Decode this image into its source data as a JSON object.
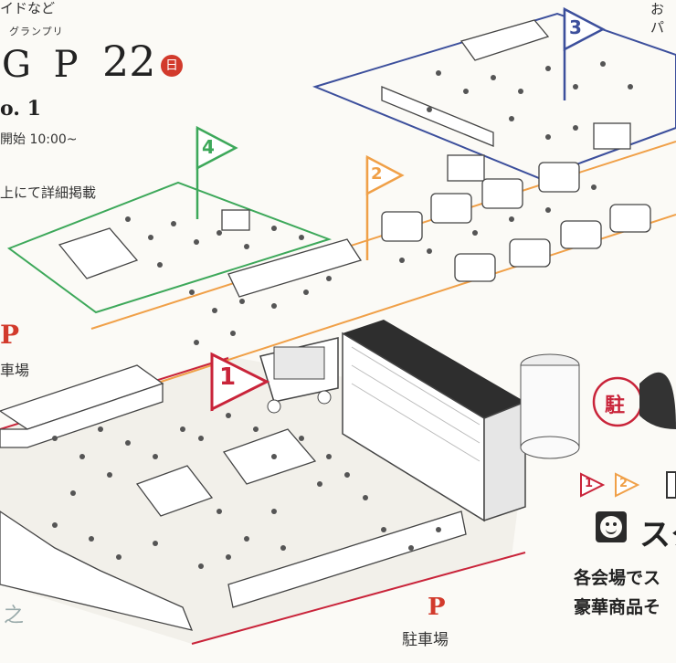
{
  "header": {
    "intro_fragment": "イドなど",
    "title_ruby": "グランプリ",
    "title": "G P",
    "date": "22",
    "day": "日",
    "number_line": "o. 1",
    "opening": "開始 10:00~",
    "detail_note": "上にて詳細掲載"
  },
  "map": {
    "zones": [
      {
        "id": "1",
        "color": "#c9243a"
      },
      {
        "id": "2",
        "color": "#f0a048"
      },
      {
        "id": "3",
        "color": "#3c4f9c"
      },
      {
        "id": "4",
        "color": "#3da85a"
      }
    ],
    "parking_left": {
      "symbol": "P",
      "label": "車場"
    },
    "parking_bottom": {
      "symbol": "P",
      "label": "駐車場"
    },
    "bottom_left_mark": "之"
  },
  "right_panel": {
    "top_text_1": "お",
    "top_text_2": "パ",
    "stamp_seal": "駐",
    "legend_numbers": [
      "1",
      "2"
    ],
    "stamp_title": "スタ",
    "body_line_1": "各会場でス",
    "body_line_2": "豪華商品そ"
  },
  "colors": {
    "accent_red": "#d23a2c",
    "zone_red": "#c9243a",
    "zone_orange": "#f0a048",
    "zone_blue": "#3c4f9c",
    "zone_green": "#3da85a"
  }
}
